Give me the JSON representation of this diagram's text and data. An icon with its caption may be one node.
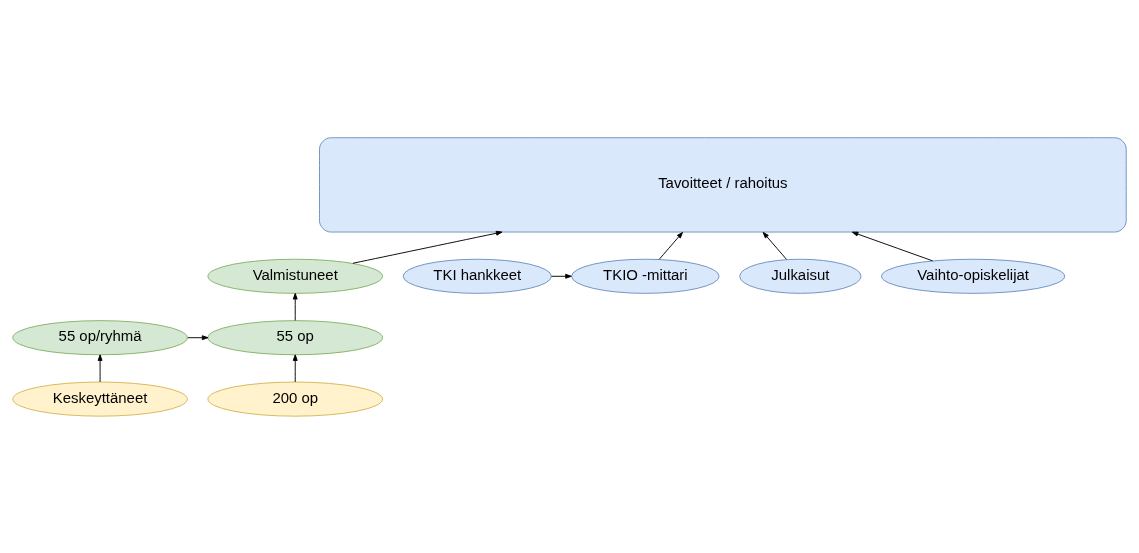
{
  "diagram": {
    "nodes": [
      {
        "text": [
          "Tavoitteet / rahoitus"
        ]
      },
      {
        "text": [
          "Valmistuneet"
        ]
      },
      {
        "text": [
          "55 op"
        ]
      },
      {
        "text": [
          "55 op/ryhmä"
        ]
      },
      {
        "text": [
          "200 op"
        ]
      },
      {
        "text": [
          "Keskeyttäneet"
        ]
      },
      {
        "text": [
          "TKI hankkeet"
        ]
      },
      {
        "text": [
          "TKIO -mittari"
        ]
      },
      {
        "text": [
          "Julkaisut"
        ]
      },
      {
        "text": [
          "Vaihto-opiskelijat"
        ]
      }
    ],
    "edges": [
      {
        "from": 1,
        "to": 0,
        "arrow": "to"
      },
      {
        "from": 2,
        "to": 1,
        "arrow": "to"
      },
      {
        "from": 3,
        "to": 2,
        "arrow": "to"
      },
      {
        "from": 4,
        "to": 2,
        "arrow": "to"
      },
      {
        "from": 5,
        "to": 3,
        "arrow": "to"
      },
      {
        "from": 6,
        "to": 7,
        "arrow": "to"
      },
      {
        "from": 7,
        "to": 0,
        "arrow": "to"
      },
      {
        "from": 8,
        "to": 0,
        "arrow": "to"
      },
      {
        "from": 9,
        "to": 0,
        "arrow": "to"
      }
    ]
  }
}
